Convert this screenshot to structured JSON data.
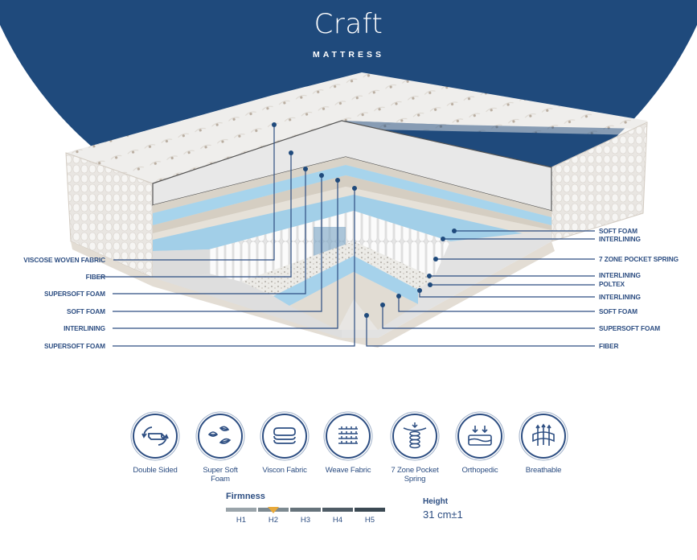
{
  "brand": {
    "title": "Craft",
    "subtitle": "MATTRESS"
  },
  "colors": {
    "brand_blue": "#1f4a7c",
    "label_blue": "#2d4e82",
    "foam_blue": "#9fd0ea",
    "firmness_marker": "#e8a93a"
  },
  "layers_left": [
    {
      "label": "VISCOSE WOVEN FABRIC"
    },
    {
      "label": "FIBER"
    },
    {
      "label": "SUPERSOFT FOAM"
    },
    {
      "label": "SOFT FOAM"
    },
    {
      "label": "INTERLINING"
    },
    {
      "label": "SUPERSOFT FOAM"
    }
  ],
  "layers_right": [
    {
      "label": "SOFT FOAM"
    },
    {
      "label": "INTERLINING"
    },
    {
      "label": "7 ZONE POCKET SPRING"
    },
    {
      "label": "INTERLINING"
    },
    {
      "label": "POLTEX"
    },
    {
      "label": "INTERLINING"
    },
    {
      "label": "SOFT FOAM"
    },
    {
      "label": "SUPERSOFT FOAM"
    },
    {
      "label": "FIBER"
    }
  ],
  "features": [
    {
      "label": "Double Sided",
      "icon": "double-sided-icon"
    },
    {
      "label": "Super Soft Foam",
      "icon": "feathers-icon"
    },
    {
      "label": "Viscon Fabric",
      "icon": "folded-fabric-icon"
    },
    {
      "label": "Weave Fabric",
      "icon": "weave-icon"
    },
    {
      "label": "7 Zone Pocket Spring",
      "icon": "spring-icon"
    },
    {
      "label": "Orthopedic",
      "icon": "orthopedic-icon"
    },
    {
      "label": "Breathable",
      "icon": "breathable-icon"
    }
  ],
  "firmness": {
    "title": "Firmness",
    "levels": [
      "H1",
      "H2",
      "H3",
      "H4",
      "H5"
    ],
    "level_colors": [
      "#9aa4aa",
      "#7d8a91",
      "#66737b",
      "#4f5c66",
      "#3b4953"
    ],
    "selected": "H2"
  },
  "height": {
    "title": "Height",
    "value": "31 cm±1"
  }
}
